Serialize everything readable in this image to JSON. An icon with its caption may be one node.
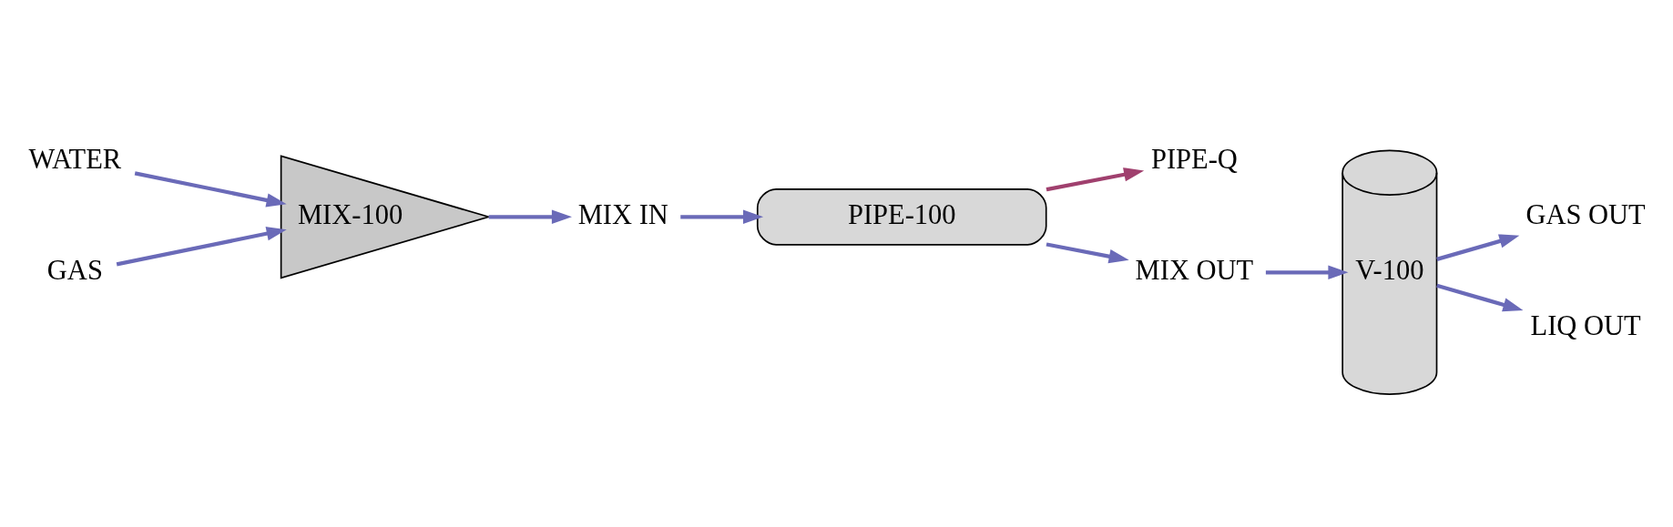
{
  "diagram": {
    "nodes": [
      {
        "text": [
          "WATER"
        ]
      },
      {
        "text": [
          "GAS"
        ]
      },
      {
        "text": [
          "MIX-100"
        ]
      },
      {
        "text": [
          "MIX IN"
        ]
      },
      {
        "text": [
          "PIPE-100"
        ]
      },
      {
        "text": [
          "PIPE-Q"
        ]
      },
      {
        "text": [
          "MIX OUT"
        ]
      },
      {
        "text": [
          "V-100"
        ]
      },
      {
        "text": [
          "GAS OUT"
        ]
      },
      {
        "text": [
          "LIQ OUT"
        ]
      }
    ],
    "edges": [
      {
        "from": 0,
        "to": 2,
        "arrow": "to"
      },
      {
        "from": 1,
        "to": 2,
        "arrow": "to"
      },
      {
        "from": 2,
        "to": 3,
        "arrow": "to"
      },
      {
        "from": 3,
        "to": 4,
        "arrow": "to"
      },
      {
        "from": 4,
        "to": 5,
        "arrow": "to",
        "color": "#a0406e"
      },
      {
        "from": 4,
        "to": 6,
        "arrow": "to"
      },
      {
        "from": 6,
        "to": 7,
        "arrow": "to"
      },
      {
        "from": 7,
        "to": 8,
        "arrow": "to"
      },
      {
        "from": 7,
        "to": 9,
        "arrow": "to"
      }
    ]
  }
}
